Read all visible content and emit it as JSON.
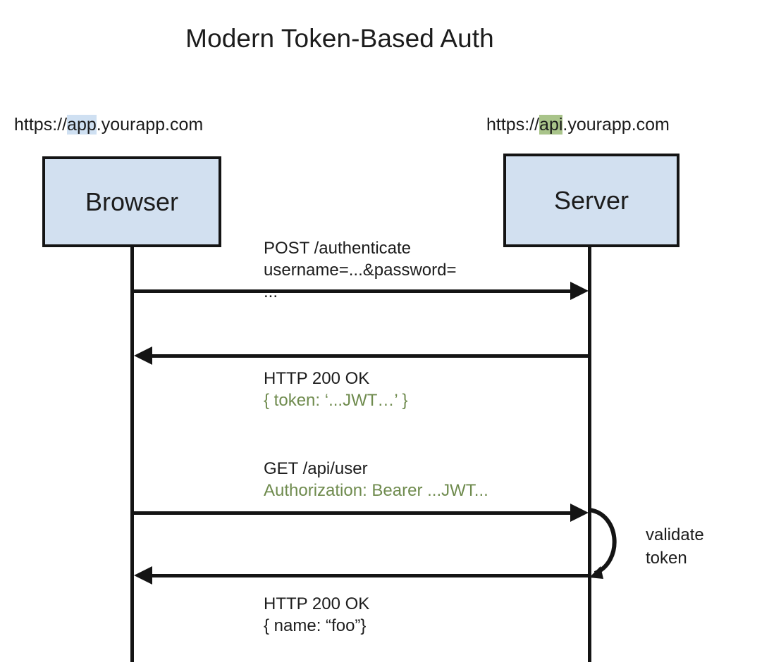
{
  "diagram": {
    "title": "Modern Token-Based Auth",
    "type": "sequence-diagram",
    "colors": {
      "box_fill": "#d2e0f0",
      "box_border": "#141414",
      "line": "#141414",
      "text": "#1c1c1c",
      "green_text": "#6f8b4e",
      "highlight_blue": "#cfe0f2",
      "highlight_green": "#a9c48a"
    },
    "participants": [
      {
        "id": "browser",
        "label": "Browser",
        "url": {
          "prefix": "https://",
          "highlight": "app",
          "highlight_color": "blue",
          "suffix": ".yourapp.com",
          "full": "https://app.yourapp.com"
        }
      },
      {
        "id": "server",
        "label": "Server",
        "url": {
          "prefix": "https://",
          "highlight": "api",
          "highlight_color": "green",
          "suffix": ".yourapp.com",
          "full": "https://api.yourapp.com"
        }
      }
    ],
    "messages": [
      {
        "id": "msg1",
        "from": "browser",
        "to": "server",
        "direction": "right",
        "lines": [
          {
            "text": "POST /authenticate",
            "color": "plain"
          },
          {
            "text": "username=...&password=",
            "color": "plain"
          },
          {
            "text": "...",
            "color": "plain"
          }
        ]
      },
      {
        "id": "msg2",
        "from": "server",
        "to": "browser",
        "direction": "left",
        "lines": [
          {
            "text": "HTTP 200 OK",
            "color": "plain"
          },
          {
            "text": "{ token: ‘...JWT…’ }",
            "color": "green"
          }
        ]
      },
      {
        "id": "msg3",
        "from": "browser",
        "to": "server",
        "direction": "right",
        "lines": [
          {
            "text": "GET /api/user",
            "color": "plain"
          },
          {
            "text": "Authorization: Bearer ...JWT...",
            "color": "green"
          }
        ]
      },
      {
        "id": "msg4",
        "from": "server",
        "to": "browser",
        "direction": "left",
        "lines": [
          {
            "text": "HTTP 200 OK",
            "color": "plain"
          },
          {
            "text": "{ name: “foo”}",
            "color": "plain"
          }
        ]
      }
    ],
    "self_loop": {
      "on": "server",
      "lines": [
        "validate",
        "token"
      ],
      "label": "validate token"
    }
  }
}
